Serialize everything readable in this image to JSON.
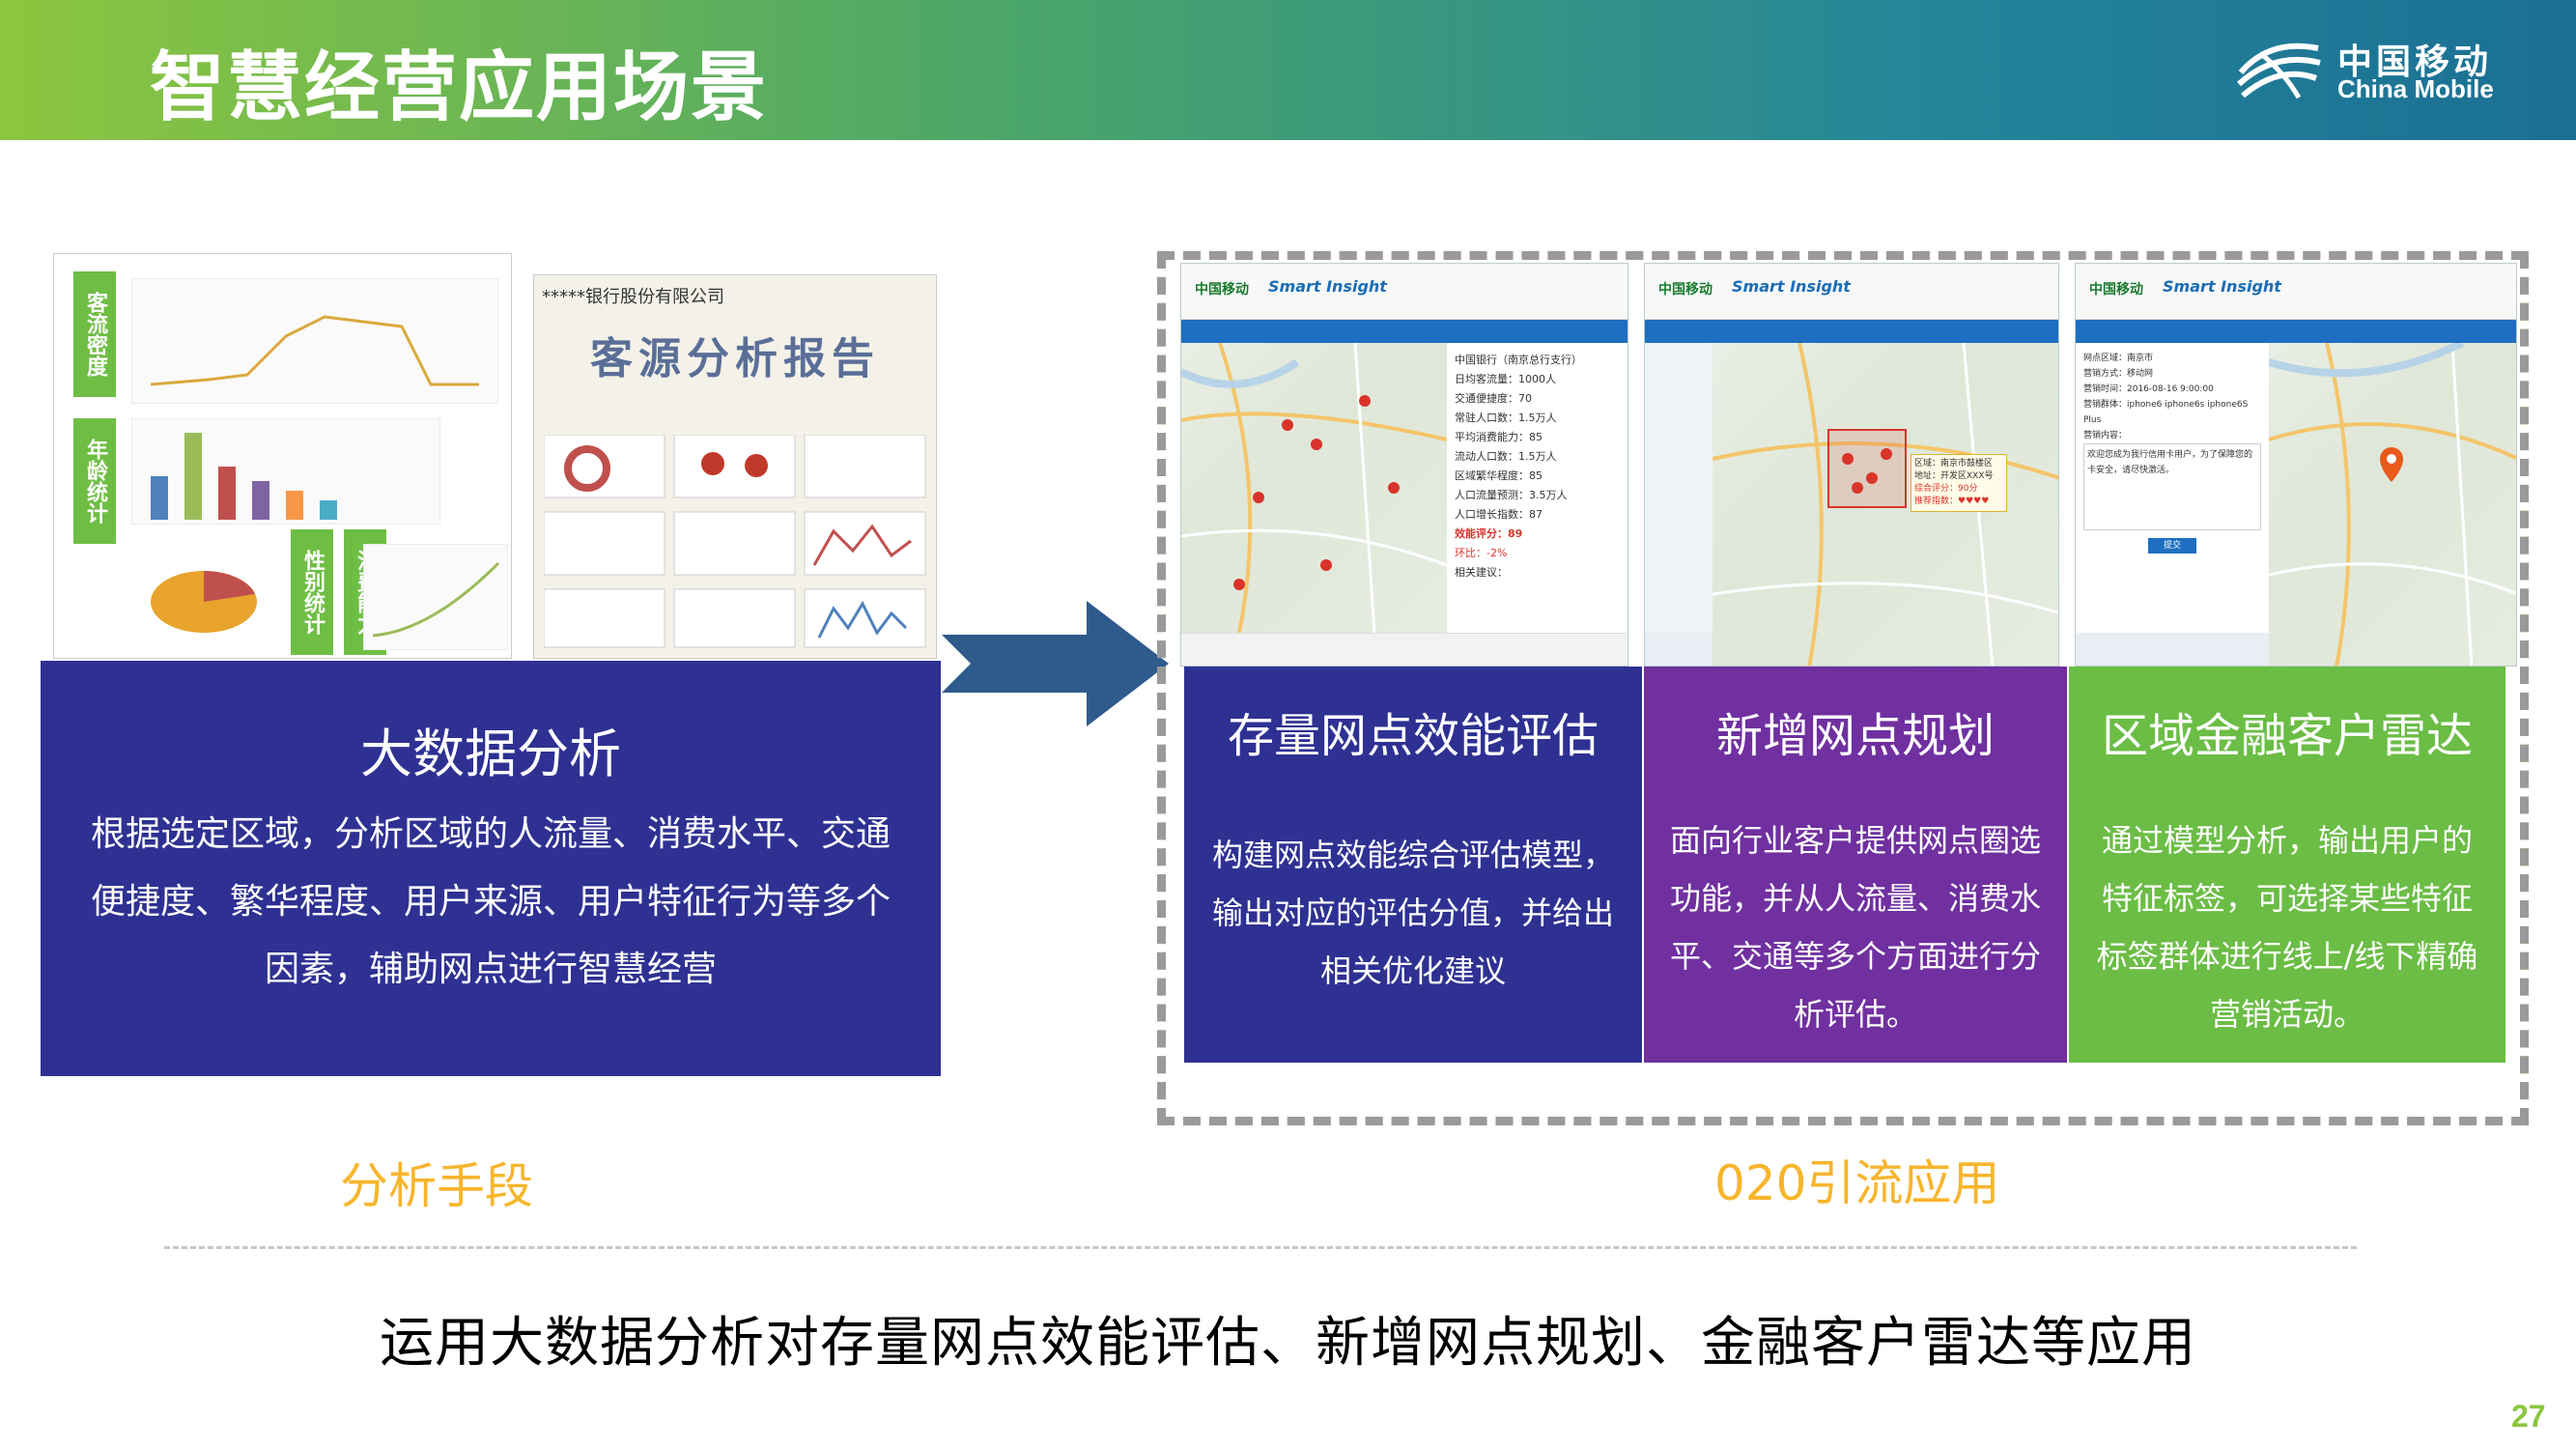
{
  "header": {
    "title": "智慧经营应用场景",
    "logo_cn": "中国移动",
    "logo_en": "China Mobile"
  },
  "analysis_images": {
    "labels": [
      "客流密度",
      "年龄统计",
      "性别统计",
      "消费能力"
    ],
    "report_header": "*****银行股份有限公司",
    "report_title": "客源分析报告"
  },
  "bigdata": {
    "title": "大数据分析",
    "description": "根据选定区域，分析区域的人流量、消费水平、交通便捷度、繁华程度、用户来源、用户特征行为等多个因素，辅助网点进行智慧经营"
  },
  "screenshots": {
    "brand": "中国移动",
    "brand2": "Smart Insight",
    "s1_panel": [
      "中国银行（南京总行支行）",
      "日均客流量：1000人",
      "交通便捷度：70",
      "常驻人口数：1.5万人",
      "平均消费能力：85",
      "流动人口数：1.5万人",
      "区域繁华程度：85",
      "人口流量预测：3.5万人",
      "人口增长指数：87",
      "效能评分：89",
      "环比：-2%",
      "相关建议："
    ],
    "s2_panel": [
      "区域：南京市鼓楼区",
      "地址：开发区XXX号",
      "综合评分：90分",
      "推荐指数：♥♥♥♥"
    ],
    "s3_panel": [
      "网点区域：南京市",
      "营销方式：移动网",
      "营销时间：2016-08-16 9:00:00",
      "营销群体：iphone6  iphone6s  iphone6S Plus",
      "营销内容：",
      "欢迎您成为我行信用卡用户，为了保障您的卡安全，请尽快激活。",
      "提交"
    ]
  },
  "features": [
    {
      "title": "存量网点效能评估",
      "description": "构建网点效能综合评估模型，输出对应的评估分值，并给出相关优化建议",
      "color": "#2e3192"
    },
    {
      "title": "新增网点规划",
      "description": "面向行业客户提供网点圈选功能，并从人流量、消费水平、交通等多个方面进行分析评估。",
      "color": "#7030a0"
    },
    {
      "title": "区域金融客户雷达",
      "description": "通过模型分析，输出用户的特征标签，可选择某些特征标签群体进行线上/线下精确营销活动。",
      "color": "#6bbd45"
    }
  ],
  "labels": {
    "analysis": "分析手段",
    "o2o": "020引流应用"
  },
  "bottom_text": "运用大数据分析对存量网点效能评估、新增网点规划、金融客户雷达等应用",
  "page_number": "27"
}
